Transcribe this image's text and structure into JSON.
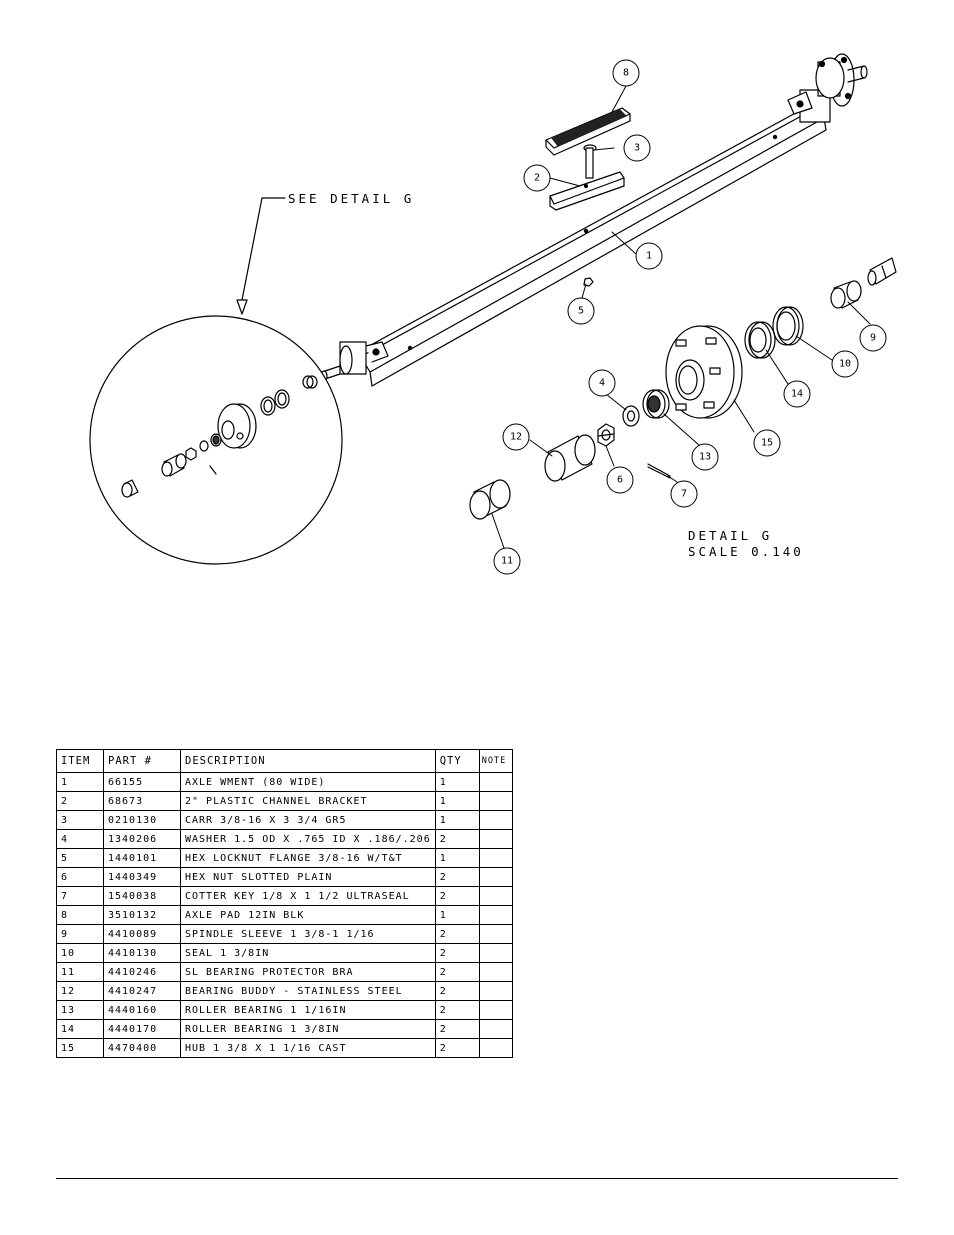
{
  "detail_callout": "SEE DETAIL  G",
  "detail_title": "DETAIL  G",
  "detail_scale": "SCALE  0.140",
  "balloons": [
    "1",
    "2",
    "3",
    "4",
    "5",
    "6",
    "7",
    "8",
    "9",
    "10",
    "11",
    "12",
    "13",
    "14",
    "15"
  ],
  "bom": {
    "headers": {
      "item": "ITEM",
      "part": "PART #",
      "description": "DESCRIPTION",
      "qty": "QTY",
      "note": "NOTE"
    },
    "rows": [
      {
        "item": "1",
        "part": "66155",
        "description": "AXLE WMENT (80 WIDE)",
        "qty": "1",
        "note": ""
      },
      {
        "item": "2",
        "part": "68673",
        "description": "2\" PLASTIC CHANNEL BRACKET",
        "qty": "1",
        "note": ""
      },
      {
        "item": "3",
        "part": "0210130",
        "description": "CARR 3/8-16 X 3 3/4 GR5",
        "qty": "1",
        "note": ""
      },
      {
        "item": "4",
        "part": "1340206",
        "description": "WASHER 1.5 OD X .765 ID X .186/.206",
        "qty": "2",
        "note": ""
      },
      {
        "item": "5",
        "part": "1440101",
        "description": "HEX LOCKNUT FLANGE 3/8-16 W/T&T",
        "qty": "1",
        "note": ""
      },
      {
        "item": "6",
        "part": "1440349",
        "description": "HEX NUT SLOTTED PLAIN",
        "qty": "2",
        "note": ""
      },
      {
        "item": "7",
        "part": "1540038",
        "description": "COTTER KEY 1/8 X 1 1/2 ULTRASEAL",
        "qty": "2",
        "note": ""
      },
      {
        "item": "8",
        "part": "3510132",
        "description": "AXLE PAD 12IN  BLK",
        "qty": "1",
        "note": ""
      },
      {
        "item": "9",
        "part": "4410089",
        "description": "SPINDLE SLEEVE  1 3/8-1 1/16",
        "qty": "2",
        "note": ""
      },
      {
        "item": "10",
        "part": "4410130",
        "description": "SEAL  1 3/8IN",
        "qty": "2",
        "note": ""
      },
      {
        "item": "11",
        "part": "4410246",
        "description": "SL BEARING PROTECTOR BRA",
        "qty": "2",
        "note": ""
      },
      {
        "item": "12",
        "part": "4410247",
        "description": "BEARING BUDDY - STAINLESS STEEL",
        "qty": "2",
        "note": ""
      },
      {
        "item": "13",
        "part": "4440160",
        "description": "ROLLER BEARING   1 1/16IN",
        "qty": "2",
        "note": ""
      },
      {
        "item": "14",
        "part": "4440170",
        "description": "ROLLER BEARING   1 3/8IN",
        "qty": "2",
        "note": ""
      },
      {
        "item": "15",
        "part": "4470400",
        "description": "HUB   1 3/8 X 1 1/16 CAST",
        "qty": "2",
        "note": ""
      }
    ]
  }
}
